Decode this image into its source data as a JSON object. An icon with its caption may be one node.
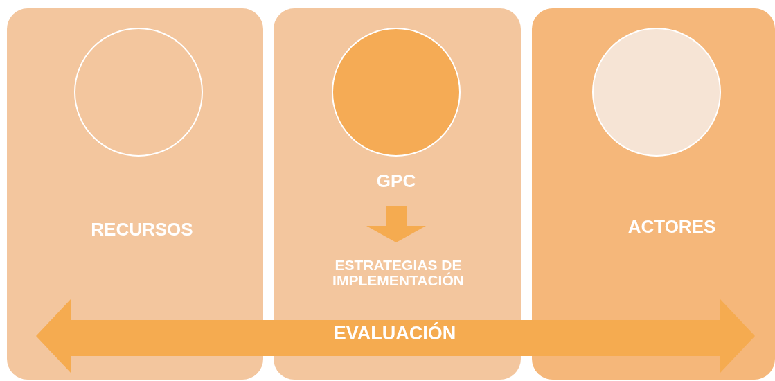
{
  "diagram": {
    "nodes": [
      {
        "text": [
          "RECURSOS"
        ]
      },
      {
        "text": [],
        "shape": "circle",
        "in": 0
      },
      {
        "text": [],
        "shape": "box"
      },
      {
        "text": [],
        "shape": "circle",
        "in": 2
      },
      {
        "text": [
          "GPC"
        ],
        "in": 2
      },
      {
        "text": [
          "ESTRATEGIAS DE IMPLEMENTACIÓN"
        ],
        "in": 2
      },
      {
        "text": [
          "ACTORES"
        ]
      },
      {
        "text": [],
        "shape": "circle",
        "in": 6
      },
      {
        "text": [
          "EVALUACIÓN"
        ]
      }
    ],
    "edges": [
      {
        "from": 4,
        "to": 5,
        "arrow": "to",
        "style": "thick"
      }
    ]
  }
}
